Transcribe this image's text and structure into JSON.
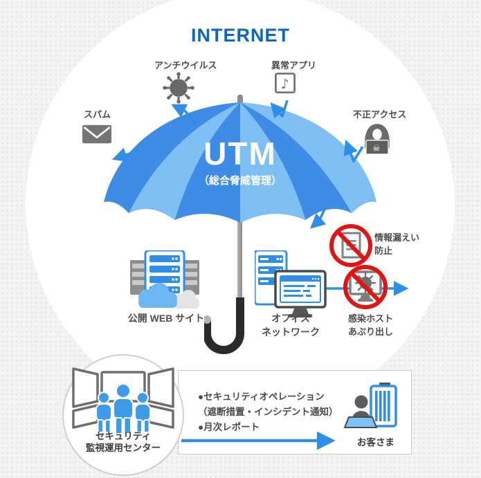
{
  "header": {
    "title": "INTERNET"
  },
  "umbrella": {
    "title": "UTM",
    "subtitle": "（総合脅威管理）"
  },
  "threats": {
    "spam": {
      "label": "スパム",
      "icon": "envelope-icon"
    },
    "antivirus": {
      "label": "アンチウイルス",
      "icon": "virus-icon"
    },
    "abnormal_app": {
      "label": "異常アプリ",
      "icon": "app-note-icon"
    },
    "unauthorized_access": {
      "label": "不正アクセス",
      "icon": "hacker-icon"
    }
  },
  "protected": {
    "public_web": {
      "label": "公開 WEB サイト",
      "icon": "web-servers-icon"
    },
    "office_network": {
      "label_line1": "オフィス",
      "label_line2": "ネットワーク",
      "icon": "office-network-icon"
    }
  },
  "outcomes": {
    "info_leak": {
      "label_line1": "情報漏えい",
      "label_line2": "防止",
      "icon": "no-document-icon"
    },
    "infected_host": {
      "label_line1": "感染ホスト",
      "label_line2": "あぶり出し",
      "icon": "no-infected-host-icon"
    }
  },
  "soc": {
    "center": {
      "label_line1": "セキュリティ",
      "label_line2": "監視運用センター",
      "icon": "monitoring-center-icon"
    },
    "services": [
      "●セキュリティオペレーション",
      "（遮断措置・インシデント通知）",
      "●月次レポート"
    ],
    "customer": {
      "label": "お客さま",
      "icon": "customer-icon"
    }
  },
  "colors": {
    "title_blue": "#0a66c4",
    "umbrella_dark": "#3f8ce6",
    "umbrella_light": "#7ebff4",
    "arrow_blue": "#2f8fe8",
    "prohibit_red": "#e21313",
    "icon_gray": "#6e6e6e",
    "people_blue": "#3d9bea"
  }
}
